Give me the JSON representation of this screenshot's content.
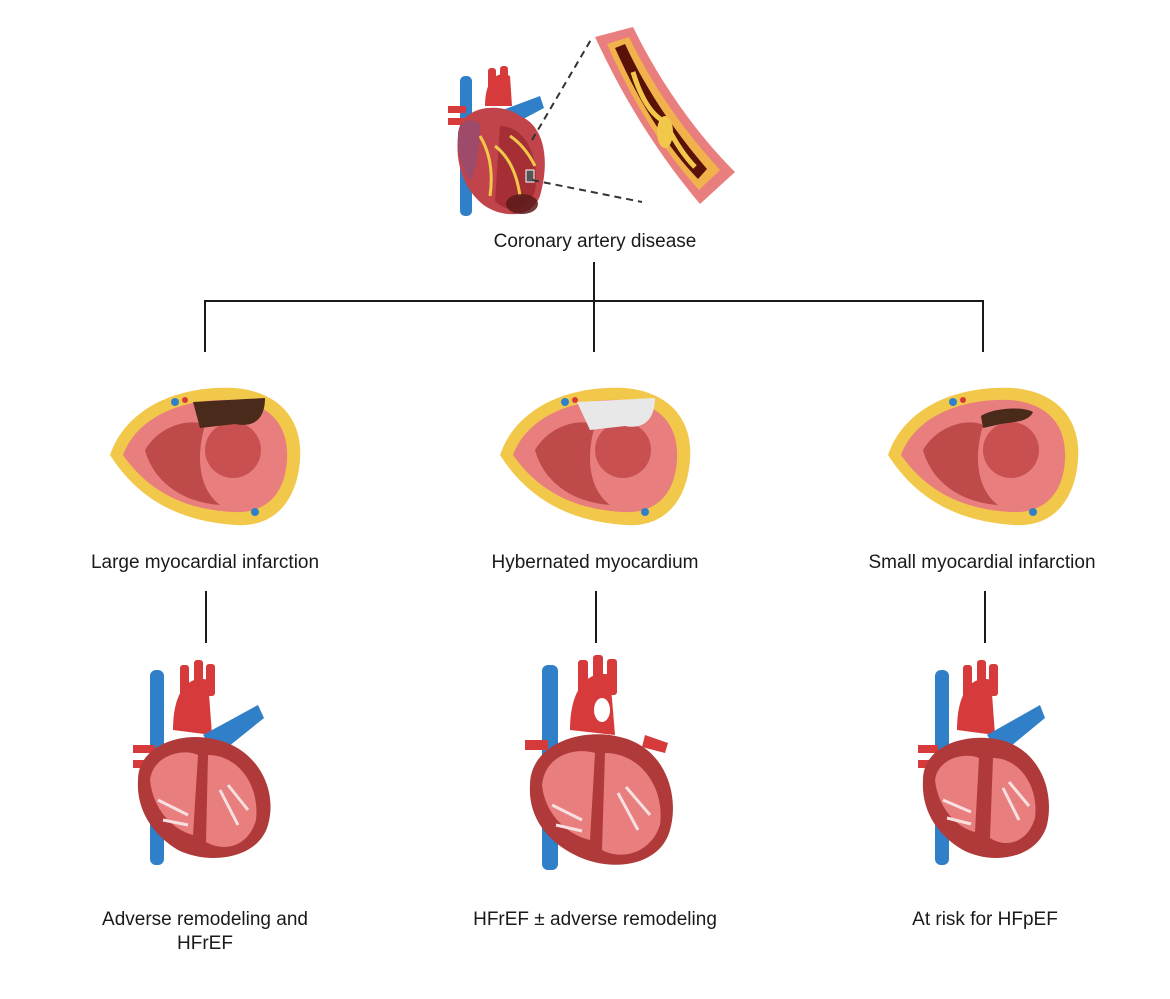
{
  "top": {
    "label": "Coronary artery disease"
  },
  "branches": [
    {
      "section_label": "Large myocardial infarction",
      "outcome_label": "Adverse remodeling and HFrEF"
    },
    {
      "section_label": "Hybernated myocardium",
      "outcome_label": "HFrEF ± adverse remodeling"
    },
    {
      "section_label": "Small myocardial infarction",
      "outcome_label": "At risk for HFpEF"
    }
  ],
  "colors": {
    "myocardium": "#e87e7e",
    "myocardium_dark": "#b03a3a",
    "fat": "#f2c84b",
    "vein_blue": "#2f80c8",
    "artery_red": "#d63a3a",
    "infarct_dark": "#5a2a1a",
    "hibernated": "#e8e8e8",
    "line": "#1a1a1a"
  }
}
